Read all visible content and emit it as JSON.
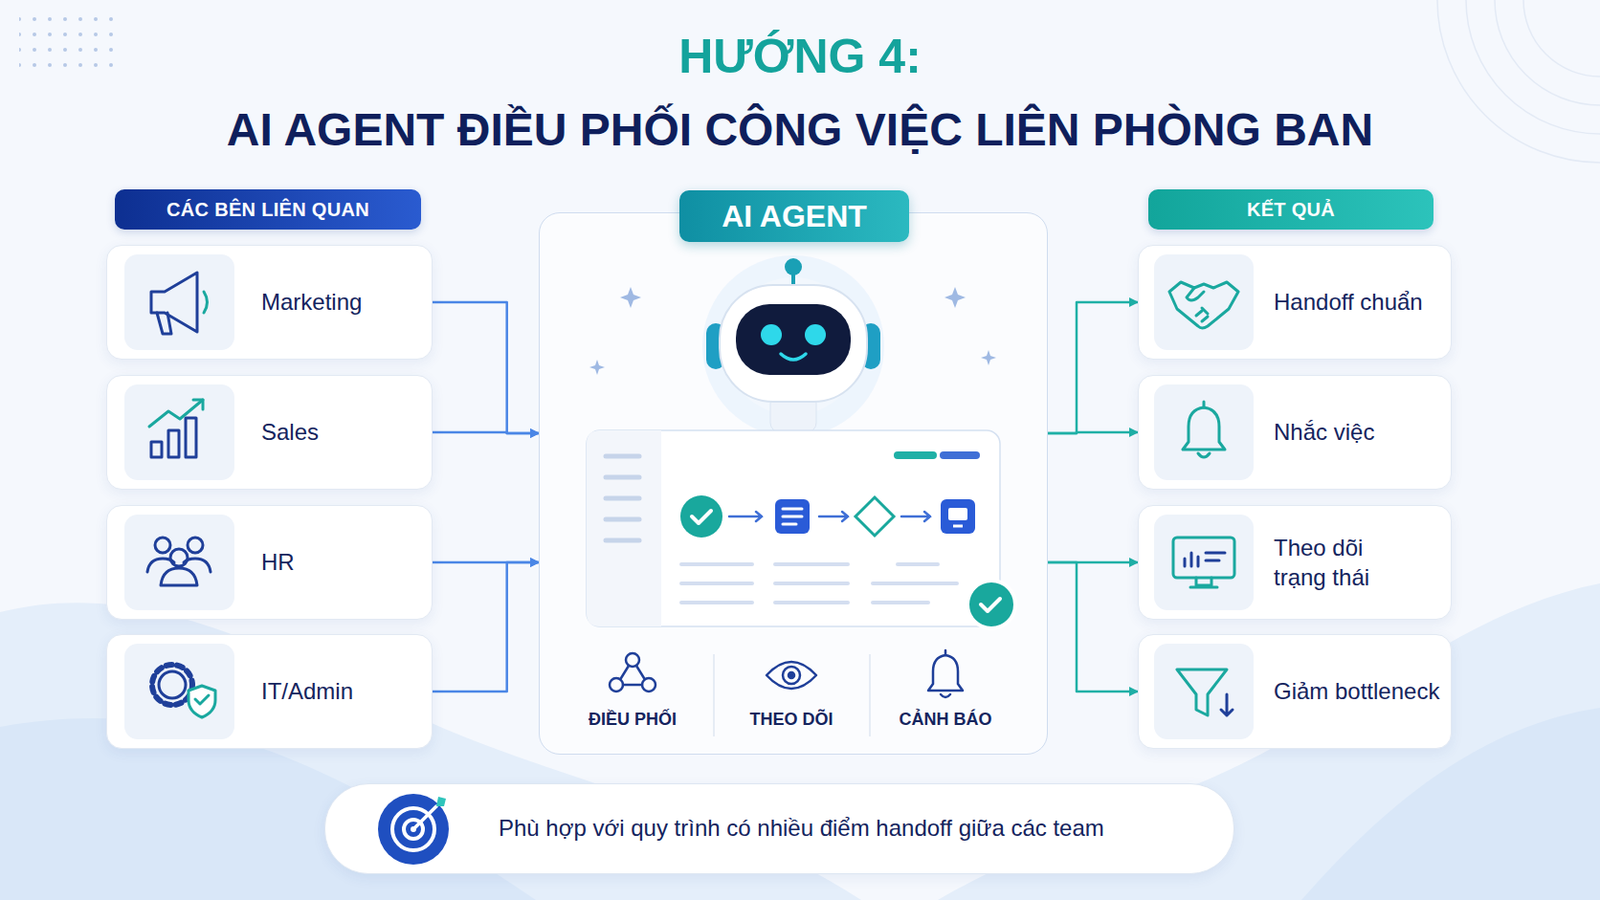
{
  "diagram": {
    "title": "AI AGENT ĐIỀU PHỐI CÔNG VIỆC LIÊN PHÒNG BAN",
    "nodes": [
      {
        "text": [
          "CÁC BÊN LIÊN QUAN"
        ]
      },
      {
        "text": [
          "Marketing"
        ]
      },
      {
        "text": [
          "Sales"
        ]
      },
      {
        "text": [
          "HR"
        ]
      },
      {
        "text": [
          "IT/Admin"
        ]
      },
      {
        "text": [
          "AI AGENT"
        ]
      },
      {
        "text": [
          "KẾT QUẢ"
        ]
      },
      {
        "text": [
          "Handoff chuẩn"
        ]
      },
      {
        "text": [
          "Nhắc việc"
        ]
      },
      {
        "text": [
          "Theo dõi trạng thái"
        ]
      },
      {
        "text": [
          "Giảm bottleneck"
        ]
      },
      {
        "text": [
          "Phù hợp với quy trình có nhiều điểm handoff giữa các team"
        ]
      }
    ],
    "edges": [
      {
        "from": 1,
        "to": 5,
        "arrow": "to"
      },
      {
        "from": 2,
        "to": 5,
        "arrow": "to"
      },
      {
        "from": 3,
        "to": 5,
        "arrow": "to"
      },
      {
        "from": 4,
        "to": 5,
        "arrow": "to"
      },
      {
        "from": 5,
        "to": 7,
        "arrow": "to"
      },
      {
        "from": 5,
        "to": 8,
        "arrow": "to"
      },
      {
        "from": 5,
        "to": 9,
        "arrow": "to"
      },
      {
        "from": 5,
        "to": 10,
        "arrow": "to"
      }
    ],
    "labels": [
      "HƯỚNG 4:",
      "ĐIỀU PHỐI",
      "THEO DÕI",
      "CẢNH BÁO"
    ]
  }
}
